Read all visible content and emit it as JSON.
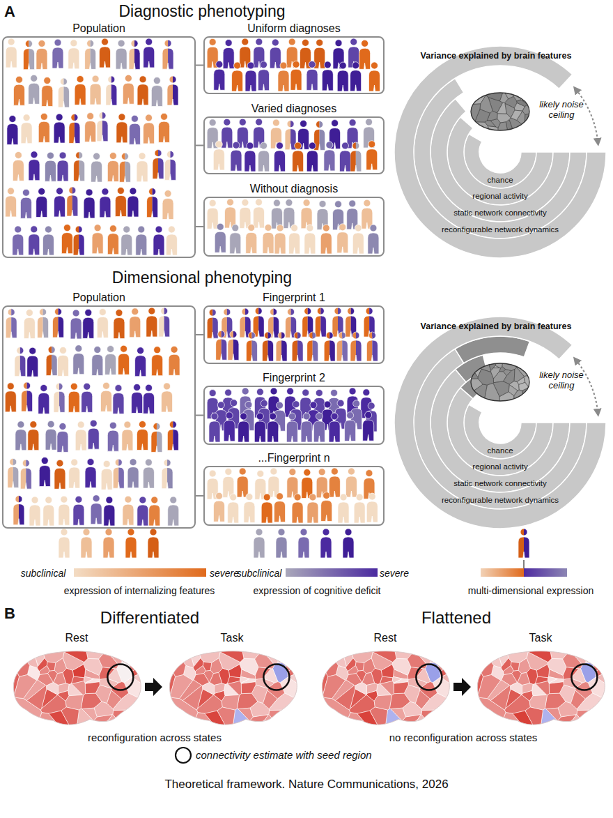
{
  "diagram": {
    "caption": "Theoretical framework. Nature Communications, 2026",
    "nodes": [
      {
        "text": [
          "Population"
        ]
      },
      {
        "text": [
          "Uniform diagnoses"
        ]
      },
      {
        "text": [
          "Varied diagnoses"
        ]
      },
      {
        "text": [
          "Without diagnosis"
        ]
      },
      {
        "text": [
          "Population"
        ]
      },
      {
        "text": [
          "Fingerprint 1"
        ]
      },
      {
        "text": [
          "Fingerprint 2"
        ]
      },
      {
        "text": [
          "...Fingerprint n"
        ]
      }
    ],
    "edges": [
      {
        "from": 0,
        "to": 1,
        "arrow": "none"
      },
      {
        "from": 0,
        "to": 2,
        "arrow": "none"
      },
      {
        "from": 0,
        "to": 3,
        "arrow": "none"
      },
      {
        "from": 4,
        "to": 5,
        "arrow": "none"
      },
      {
        "from": 4,
        "to": 6,
        "arrow": "none"
      },
      {
        "from": 4,
        "to": 7,
        "arrow": "none"
      }
    ],
    "labels": [
      "A",
      "Diagnostic phenotyping",
      "Variance explained by brain features",
      "likely noise ceiling",
      "chance",
      "regional activity",
      "static network connectivity",
      "reconfigurable network dynamics",
      "Dimensional phenotyping",
      "Variance explained by brain features",
      "likely noise ceiling",
      "chance",
      "regional activity",
      "static network connectivity",
      "reconfigurable network dynamics",
      "subclinical",
      "severe",
      "subclinical",
      "severe",
      "B",
      "Differentiated",
      "Rest",
      "Task",
      "reconfiguration across states",
      "Flattened",
      "Rest",
      "Task",
      "no reconfiguration across states"
    ],
    "legend": [
      {
        "text": "expression of internalizing features"
      },
      {
        "text": "expression of cognitive deficit"
      },
      {
        "text": "multi-dimensional expression"
      },
      {
        "text": "connectivity estimate with seed region"
      }
    ]
  }
}
